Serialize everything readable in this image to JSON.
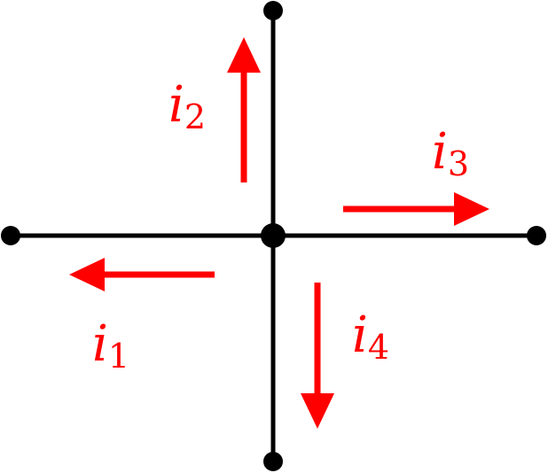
{
  "colors": {
    "wire": "#000000",
    "current": "#ff0000",
    "background": "#ffffff"
  },
  "currents": [
    {
      "symbol": "i",
      "subscript": "1",
      "direction": "left"
    },
    {
      "symbol": "i",
      "subscript": "2",
      "direction": "up"
    },
    {
      "symbol": "i",
      "subscript": "3",
      "direction": "right"
    },
    {
      "symbol": "i",
      "subscript": "4",
      "direction": "down"
    }
  ]
}
